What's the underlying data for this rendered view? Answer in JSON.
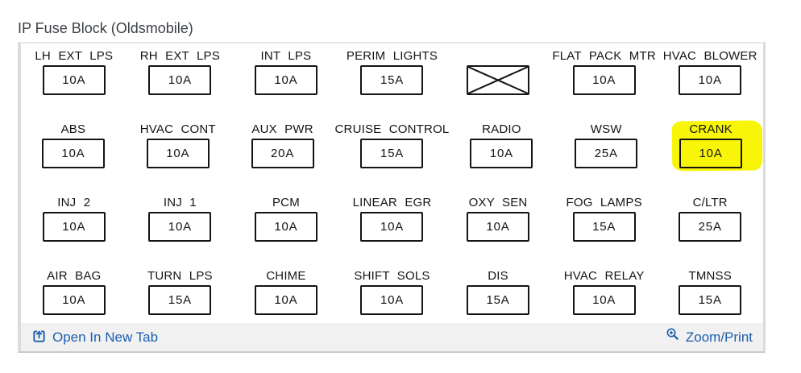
{
  "title": "IP Fuse Block (Oldsmobile)",
  "diagram": {
    "rows": [
      [
        {
          "label": "LH EXT LPS",
          "amps": "10A"
        },
        {
          "label": "RH EXT LPS",
          "amps": "10A"
        },
        {
          "label": "INT LPS",
          "amps": "10A"
        },
        {
          "label": "PERIM LIGHTS",
          "amps": "15A"
        },
        {
          "type": "crossed",
          "label": "",
          "amps": ""
        },
        {
          "label": "FLAT PACK MTR",
          "amps": "10A"
        },
        {
          "label": "HVAC BLOWER",
          "amps": "10A"
        }
      ],
      [
        {
          "label": "ABS",
          "amps": "10A"
        },
        {
          "label": "HVAC CONT",
          "amps": "10A"
        },
        {
          "label": "AUX PWR",
          "amps": "20A"
        },
        {
          "label": "CRUISE CONTROL",
          "amps": "15A"
        },
        {
          "label": "RADIO",
          "amps": "10A"
        },
        {
          "label": "WSW",
          "amps": "25A"
        },
        {
          "label": "CRANK",
          "amps": "10A",
          "highlighted": true
        }
      ],
      [
        {
          "label": "INJ 2",
          "amps": "10A"
        },
        {
          "label": "INJ 1",
          "amps": "10A"
        },
        {
          "label": "PCM",
          "amps": "10A"
        },
        {
          "label": "LINEAR EGR",
          "amps": "10A"
        },
        {
          "label": "OXY SEN",
          "amps": "10A"
        },
        {
          "label": "FOG LAMPS",
          "amps": "15A"
        },
        {
          "label": "C/LTR",
          "amps": "25A"
        }
      ],
      [
        {
          "label": "AIR BAG",
          "amps": "10A"
        },
        {
          "label": "TURN LPS",
          "amps": "15A"
        },
        {
          "label": "CHIME",
          "amps": "10A"
        },
        {
          "label": "SHIFT SOLS",
          "amps": "10A"
        },
        {
          "label": "DIS",
          "amps": "15A"
        },
        {
          "label": "HVAC RELAY",
          "amps": "10A"
        },
        {
          "label": "TMNSS",
          "amps": "15A"
        }
      ]
    ]
  },
  "footer": {
    "open_in_new_tab_label": "Open In New Tab",
    "zoom_print_label": "Zoom/Print"
  },
  "colors": {
    "highlight_yellow": "#f8f508",
    "link_blue": "#1d5fae",
    "diagram_ink": "#141414",
    "toolbar_gray": "#f1f1f1"
  }
}
